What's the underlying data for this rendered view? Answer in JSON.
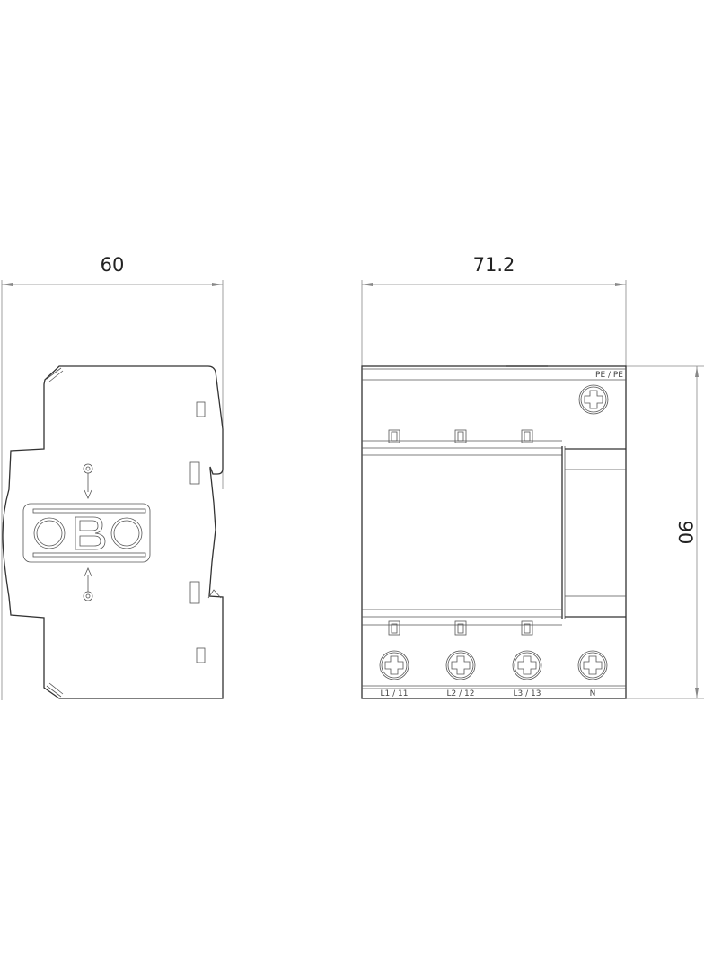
{
  "drawing": {
    "side_view": {
      "width_dimension": "60",
      "logo": "OBO"
    },
    "front_view": {
      "width_dimension": "71.2",
      "height_dimension": "90",
      "top_terminal_label": "PE / PE",
      "bottom_terminal_labels": [
        "L1 / 11",
        "L2 / 12",
        "L3 / 13",
        "N"
      ]
    },
    "colors": {
      "line": "#333333",
      "dimension_line": "#888888",
      "background": "#ffffff"
    }
  }
}
